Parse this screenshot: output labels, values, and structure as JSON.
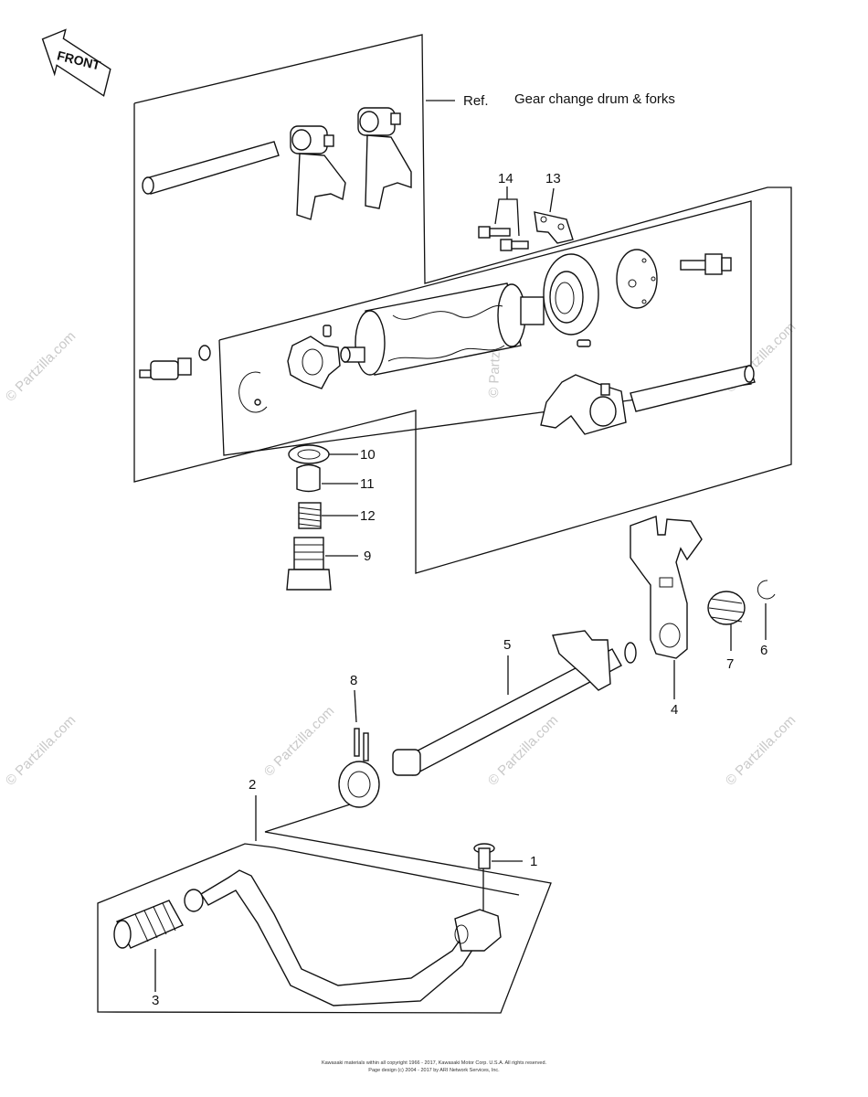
{
  "header": {
    "front_label": "FRONT",
    "ref_label": "Ref.",
    "ref_title": "Gear change drum & forks"
  },
  "callouts": {
    "c1": "1",
    "c2": "2",
    "c3": "3",
    "c4": "4",
    "c5": "5",
    "c6": "6",
    "c7": "7",
    "c8": "8",
    "c9": "9",
    "c10": "10",
    "c11": "11",
    "c12": "12",
    "c13": "13",
    "c14": "14"
  },
  "watermarks": {
    "text": "© Partzilla.com"
  },
  "footer": {
    "copyright_line1": "Kawasaki materials within all copyright 1966 - 2017, Kawasaki Motor Corp. U.S.A.  All rights reserved.",
    "copyright_line2": "Page design (c) 2004 - 2017 by ARI Network Services, Inc."
  },
  "colors": {
    "line": "#111111",
    "watermark": "#c9c9c9",
    "background": "#ffffff"
  }
}
